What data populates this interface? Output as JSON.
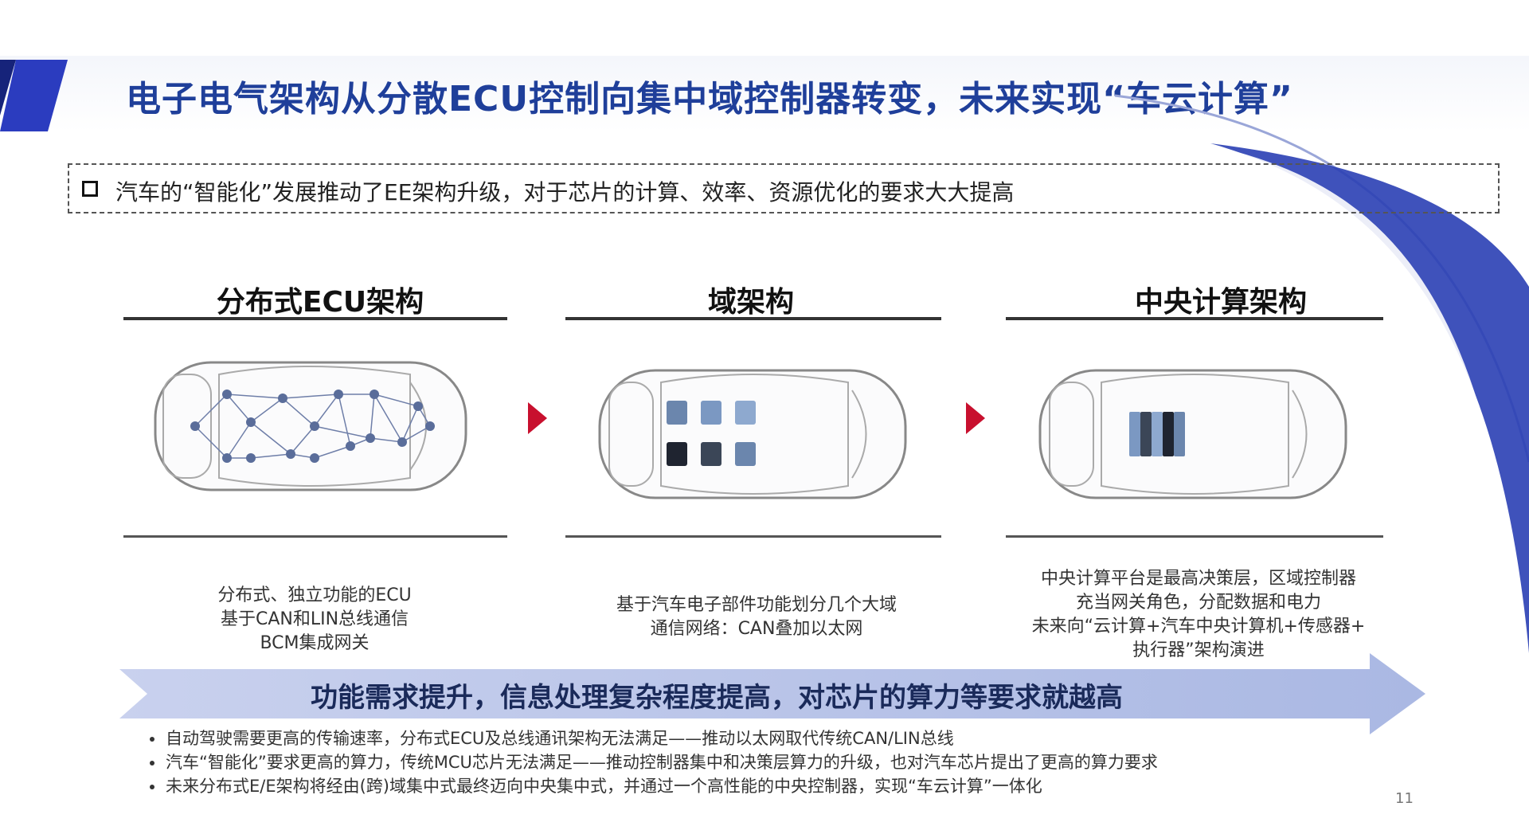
{
  "title": "电子电气架构从分散ECU控制向集中域控制器转变，未来实现“车云计算”",
  "intro": "汽车的“智能化”发展推动了EE架构升级，对于芯片的计算、效率、资源优化的要求大大提高",
  "columns": [
    {
      "title": "分布式ECU架构",
      "desc": [
        "分布式、独立功能的ECU",
        "基于CAN和LIN总线通信",
        "BCM集成网关"
      ]
    },
    {
      "title": "域架构",
      "desc": [
        "基于汽车电子部件功能划分几个大域",
        "通信网络：CAN叠加以太网"
      ]
    },
    {
      "title": "中央计算架构",
      "desc": [
        "中央计算平台是最高决策层，区域控制器",
        "充当网关角色，分配数据和电力",
        "未来向“云计算+汽车中央计算机+传感器+",
        "执行器”架构演进"
      ]
    }
  ],
  "banner": "功能需求提升，信息处理复杂程度提高，对芯片的算力等要求就越高",
  "notes": [
    "自动驾驶需要更高的传输速率，分布式ECU及总线通讯架构无法满足——推动以太网取代传统CAN/LIN总线",
    "汽车“智能化”要求更高的算力，传统MCU芯片无法满足——推动控制器集中和决策层算力的升级，也对汽车芯片提出了更高的算力要求",
    "未来分布式E/E架构将经由(跨)域集中式最终迈向中央集中式，并通过一个高性能的中央控制器，实现“车云计算”一体化"
  ],
  "page_number": "11",
  "colors": {
    "title": "#1f3f9a",
    "accent_arrow": "#c8102e",
    "banner": "#b3bfe3",
    "swoosh": "#2a3fb4"
  }
}
